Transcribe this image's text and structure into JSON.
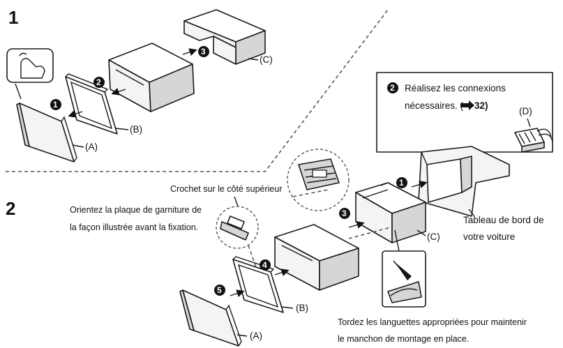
{
  "steps": {
    "one": "1",
    "two": "2"
  },
  "parts": {
    "a": "(A)",
    "b": "(B)",
    "c": "(C)",
    "d": "(D)"
  },
  "badges": {
    "n1": "1",
    "n2": "2",
    "n3": "3",
    "n4": "4",
    "n5": "5"
  },
  "callout": {
    "badge": "2",
    "line1": "Réalisez les connexions",
    "line2": "nécessaires. (",
    "ref": "32)"
  },
  "labels": {
    "hook": "Crochet sur le côté supérieur",
    "orient_line1": "Orientez la plaque de garniture de",
    "orient_line2": "la façon illustrée avant la fixation.",
    "dashboard_line1": "Tableau de bord de",
    "dashboard_line2": "votre voiture",
    "tabs_line1": "Tordez les languettes appropriées pour maintenir",
    "tabs_line2": "le manchon de montage en place."
  }
}
